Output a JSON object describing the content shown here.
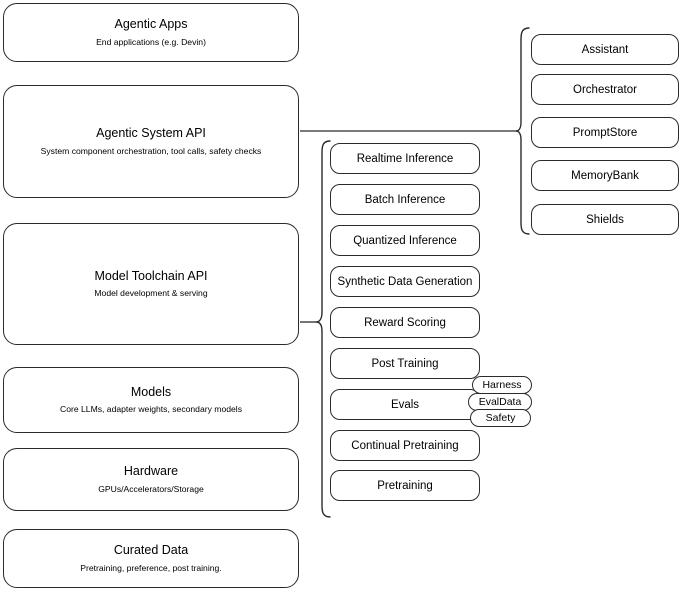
{
  "diagram": {
    "title": "AI stack layers diagram",
    "line_color": "#2b2b2b",
    "background": "#ffffff"
  },
  "stack_layers": [
    {
      "id": "agentic-apps",
      "title": "Agentic Apps",
      "subtitle": "End applications (e.g. Devin)"
    },
    {
      "id": "agentic-system-api",
      "title": "Agentic System API",
      "subtitle": "System component orchestration, tool calls, safety checks"
    },
    {
      "id": "model-toolchain-api",
      "title": "Model Toolchain API",
      "subtitle": "Model development & serving"
    },
    {
      "id": "models",
      "title": "Models",
      "subtitle": "Core LLMs, adapter weights, secondary models"
    },
    {
      "id": "hardware",
      "title": "Hardware",
      "subtitle": "GPUs/Accelerators/Storage"
    },
    {
      "id": "curated-data",
      "title": "Curated Data",
      "subtitle": "Pretraining, preference, post training."
    }
  ],
  "toolchain_components": [
    {
      "id": "realtime-inference",
      "label": "Realtime Inference"
    },
    {
      "id": "batch-inference",
      "label": "Batch Inference"
    },
    {
      "id": "quantized-inference",
      "label": "Quantized Inference"
    },
    {
      "id": "synthetic-data-generation",
      "label": "Synthetic Data Generation"
    },
    {
      "id": "reward-scoring",
      "label": "Reward Scoring"
    },
    {
      "id": "post-training",
      "label": "Post Training"
    },
    {
      "id": "evals",
      "label": "Evals"
    },
    {
      "id": "continual-pretraining",
      "label": "Continual Pretraining"
    },
    {
      "id": "pretraining",
      "label": "Pretraining"
    }
  ],
  "eval_subcomponents": [
    {
      "id": "harness",
      "label": "Harness"
    },
    {
      "id": "evaldata",
      "label": "EvalData"
    },
    {
      "id": "safety",
      "label": "Safety"
    }
  ],
  "agentic_components": [
    {
      "id": "assistant",
      "label": "Assistant"
    },
    {
      "id": "orchestrator",
      "label": "Orchestrator"
    },
    {
      "id": "promptstore",
      "label": "PromptStore"
    },
    {
      "id": "memorybank",
      "label": "MemoryBank"
    },
    {
      "id": "shields",
      "label": "Shields"
    }
  ]
}
